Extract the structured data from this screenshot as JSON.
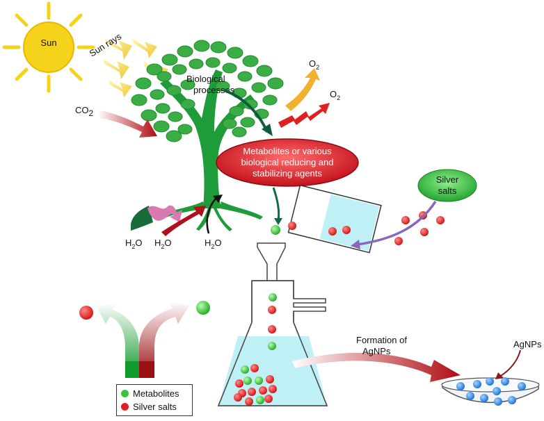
{
  "labels": {
    "sun": "Sun",
    "sun_rays": "Sun rays",
    "co2_main": "CO",
    "co2_sub": "2",
    "biological_line1": "Biological",
    "biological_line2": "processes",
    "o2_main": "O",
    "o2_sub": "2",
    "metabolites_line1": "Metabolites or various",
    "metabolites_line2": "biological reducing and",
    "metabolites_line3": "stabilizing agents",
    "silver_line1": "Silver",
    "silver_line2": "salts",
    "h2o_main_a": "H",
    "h2o_sub": "2",
    "h2o_main_b": "O",
    "formation_line1": "Formation of",
    "formation_line2": "AgNPs",
    "agnps": "AgNPs"
  },
  "legend": {
    "items": [
      {
        "label": "Metabolites",
        "color": "#3cc33c"
      },
      {
        "label": "Silver salts",
        "color": "#e02020"
      }
    ]
  },
  "colors": {
    "sun": "#f4d31a",
    "tree": "#1f9c3a",
    "leaf": "#3aae45",
    "metabolite": "#3cc33c",
    "silver": "#e02020",
    "nanoparticle": "#2f8fe8",
    "liquid": "#bff0f5",
    "ellipse": "#d91e2a",
    "silver_ellipse": "#39c24a"
  },
  "icons": [
    "sun-icon",
    "tree-icon",
    "flask-icon",
    "funnel-icon",
    "beaker-icon",
    "dish-icon"
  ]
}
